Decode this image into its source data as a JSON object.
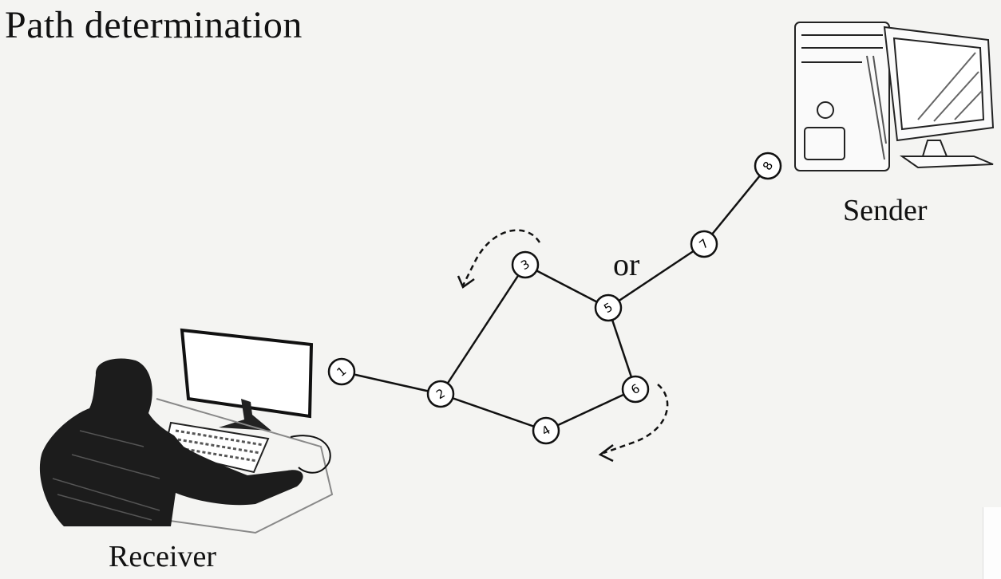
{
  "title": "Path determination",
  "labels": {
    "sender": "Sender",
    "receiver": "Receiver",
    "or": "or"
  },
  "nodes": [
    "1",
    "2",
    "3",
    "4",
    "5",
    "6",
    "7",
    "8"
  ],
  "edges": [
    [
      "1",
      "2"
    ],
    [
      "2",
      "3"
    ],
    [
      "3",
      "5"
    ],
    [
      "2",
      "4"
    ],
    [
      "4",
      "6"
    ],
    [
      "6",
      "5"
    ],
    [
      "5",
      "7"
    ],
    [
      "7",
      "8"
    ]
  ],
  "icons": {
    "sender": "desktop-computer-icon",
    "receiver": "person-at-computer-icon"
  }
}
